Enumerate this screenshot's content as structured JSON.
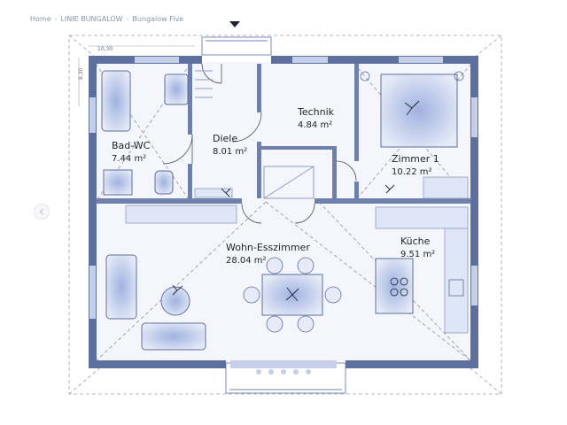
{
  "breadcrumb": {
    "home": "Home",
    "line": "LINIE BUNGALOW",
    "current": "Bungalow Five"
  },
  "dimensions": {
    "width_label": "10,30",
    "depth_label": "8,30"
  },
  "rooms": {
    "bad_wc": {
      "name": "Bad-WC",
      "area": "7.44 m²"
    },
    "diele": {
      "name": "Diele",
      "area": "8.01 m²"
    },
    "technik": {
      "name": "Technik",
      "area": "4.84 m²"
    },
    "zimmer1": {
      "name": "Zimmer 1",
      "area": "10.22 m²"
    },
    "wohn_ess": {
      "name": "Wohn-Esszimmer",
      "area": "28.04 m²"
    },
    "kueche": {
      "name": "Küche",
      "area": "9.51 m²"
    }
  },
  "colors": {
    "wall": "#5d6f9c",
    "wall_light": "#8e9cc0",
    "fixture": "#b9c6e6",
    "accent": "#1f2430"
  },
  "icons": {
    "entrance": "down-triangle-icon",
    "prev": "chevron-left-icon"
  }
}
